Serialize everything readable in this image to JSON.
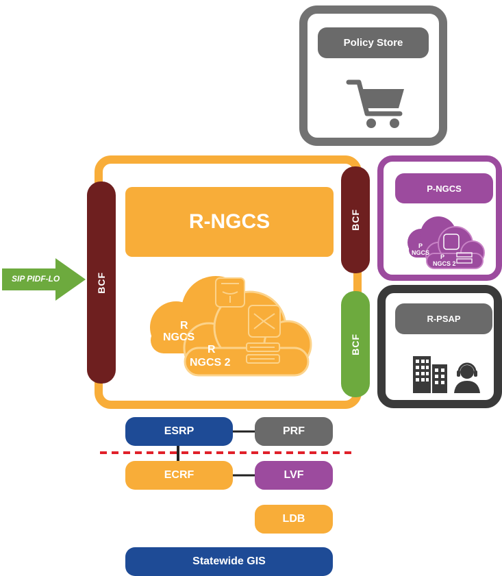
{
  "colors": {
    "orange": "#F8AD39",
    "maroon": "#6E1F1F",
    "green": "#6DAA3E",
    "purple": "#9C4B9E",
    "purple_light": "#B768B7",
    "gray": "#6A6A6A",
    "gray_box": "#727272",
    "blue": "#1E4B96",
    "red_dash": "#E0202A"
  },
  "policy_store": {
    "label": "Policy Store",
    "icon": "shopping-cart-icon"
  },
  "p_ngcs": {
    "label": "P-NGCS",
    "cloud_labels": [
      {
        "line1": "P",
        "line2": "NGCS"
      },
      {
        "line1": "P",
        "line2": "NGCS 2"
      }
    ]
  },
  "r_psap": {
    "label": "R-PSAP",
    "icons": [
      "buildings-icon",
      "dispatcher-headset-icon"
    ]
  },
  "r_ngcs": {
    "label": "R-NGCS",
    "cloud_labels": [
      {
        "line1": "R",
        "line2": "NGCS"
      },
      {
        "line1": "R",
        "line2": "NGCS 2"
      }
    ]
  },
  "bcf": {
    "left": "BCF",
    "right_top": "BCF",
    "right_bottom": "BCF"
  },
  "input_arrow": {
    "label": "SIP PIDF-LO"
  },
  "components": {
    "esrp": "ESRP",
    "prf": "PRF",
    "ecrf": "ECRF",
    "lvf": "LVF",
    "ldb": "LDB",
    "statewide_gis": "Statewide GIS"
  }
}
